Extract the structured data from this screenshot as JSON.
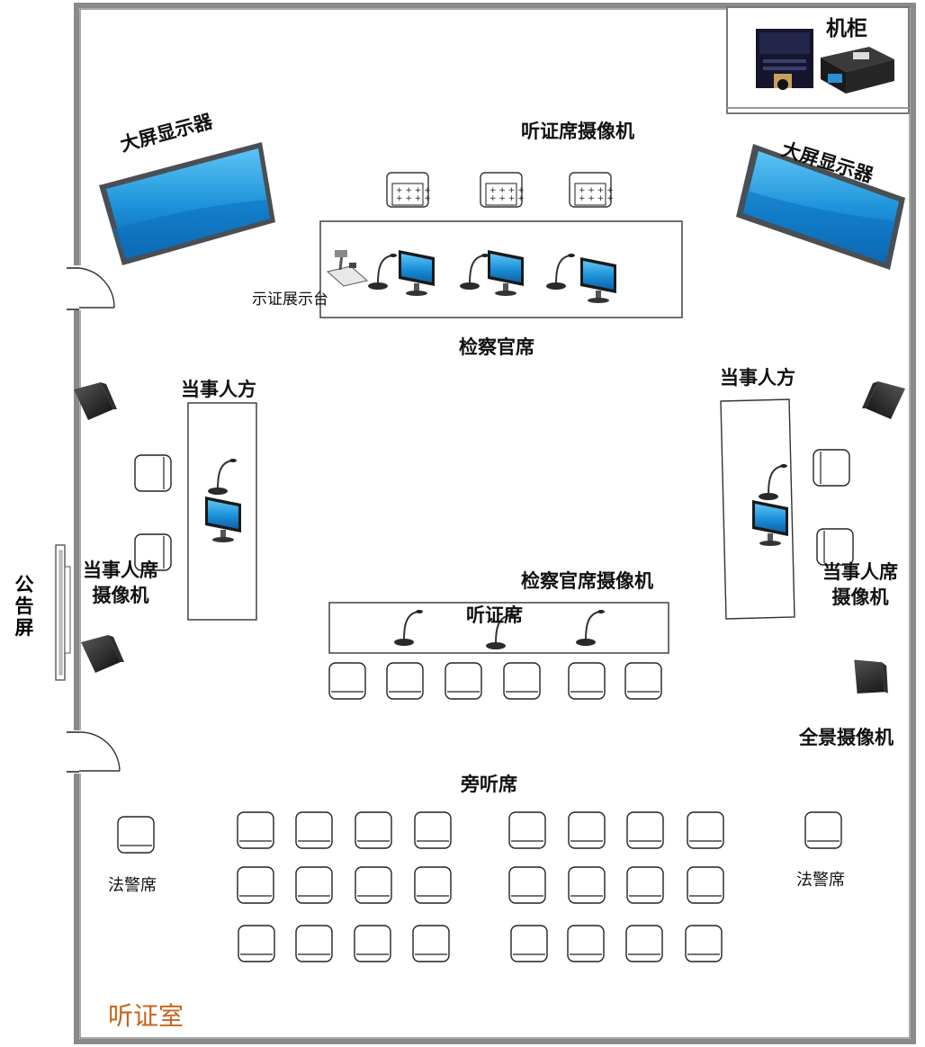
{
  "labels": {
    "cabinet": "机柜",
    "big_screen_left": "大屏显示器",
    "big_screen_right": "大屏显示器",
    "hearing_seat_camera": "听证席摄像机",
    "evidence_stand": "示证展示台",
    "prosecutor_seat": "检察官席",
    "party_side_left": "当事人方",
    "party_side_right": "当事人方",
    "party_seat_camera_left": "当事人席\n摄像机",
    "party_seat_camera_right": "当事人席\n摄像机",
    "prosecutor_camera": "检察官席摄像机",
    "hearing_seat": "听证席",
    "panorama_camera": "全景摄像机",
    "audience_seat": "旁听席",
    "police_seat_left": "法警席",
    "police_seat_right": "法警席",
    "notice_screen": "公告屏",
    "room_name": "听证室"
  },
  "colors": {
    "wall": "#8a8a8a",
    "screen_blue": "#1a8fd8",
    "room_label": "#c8641e"
  }
}
